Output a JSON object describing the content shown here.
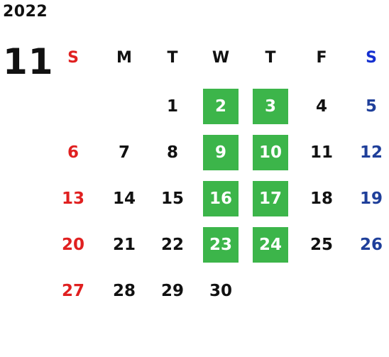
{
  "calendar": {
    "year": "2022",
    "month": "11",
    "weekdays": [
      "S",
      "M",
      "T",
      "W",
      "T",
      "F",
      "S"
    ],
    "weeks": [
      [
        "",
        "",
        "1",
        "2",
        "3",
        "4",
        "5"
      ],
      [
        "6",
        "7",
        "8",
        "9",
        "10",
        "11",
        "12"
      ],
      [
        "13",
        "14",
        "15",
        "16",
        "17",
        "18",
        "19"
      ],
      [
        "20",
        "21",
        "22",
        "23",
        "24",
        "25",
        "26"
      ],
      [
        "27",
        "28",
        "29",
        "30",
        "",
        "",
        ""
      ]
    ],
    "highlighted_days": [
      "2",
      "3",
      "9",
      "10",
      "16",
      "17",
      "23",
      "24"
    ],
    "colors": {
      "highlight_bg": "#3cb54a",
      "highlight_text": "#ffffff",
      "sunday": "#e02020",
      "saturday": "#1f3f9a",
      "saturday_header": "#1530d0",
      "default_text": "#111111"
    }
  }
}
